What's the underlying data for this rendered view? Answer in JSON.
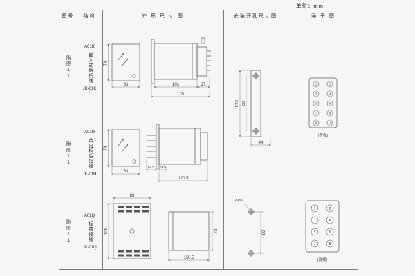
{
  "unit_label": "单位：mm",
  "headers": {
    "fig": "图号",
    "structure": "结构",
    "outline": "外 形 尺 寸 图",
    "mounting": "安装开孔尺寸图",
    "terminal": "端 子 图"
  },
  "rows": [
    {
      "fig_no": "附图11",
      "model": "A01K",
      "mount_desc": "嵌入式后接线",
      "code": "JK-01K",
      "dims": {
        "front_h": "74",
        "front_w": "53",
        "body_l": "103",
        "rear_l": "27",
        "total_l": "125"
      }
    },
    {
      "fig_no": "附图11",
      "model": "A01H",
      "mount_desc": "凸出板后接线",
      "code": "JK-01H",
      "dims": {
        "front_h": "74",
        "front_w": "53",
        "pin_l": "12.5",
        "offset_l": "9.5",
        "total_l": "120.5"
      }
    },
    {
      "fig_no": "附图11",
      "model": "A01Q",
      "mount_desc": "板前接线",
      "code": "JK-01Q",
      "dims": {
        "front_w": "83",
        "front_h": "108",
        "side_h": "73",
        "total_l": "150.5"
      }
    }
  ],
  "mounting_top": {
    "outer_h": "67.5",
    "hole_spacing": "65",
    "width": "44"
  },
  "mounting_bottom": {
    "hole_label": "2-φ5",
    "hole_spacing": "90"
  },
  "terminal_top": {
    "numbers": [
      [
        "1",
        "2"
      ],
      [
        "3",
        "4"
      ],
      [
        "5",
        "6"
      ],
      [
        "7",
        "8"
      ],
      [
        "9",
        "10"
      ]
    ],
    "caption": "(背视)"
  },
  "terminal_bottom": {
    "numbers": [
      [
        "1",
        "2"
      ],
      [
        "3",
        "4"
      ],
      [
        "5",
        "6"
      ],
      [
        "7",
        "8"
      ]
    ],
    "caption": "(背视)"
  }
}
